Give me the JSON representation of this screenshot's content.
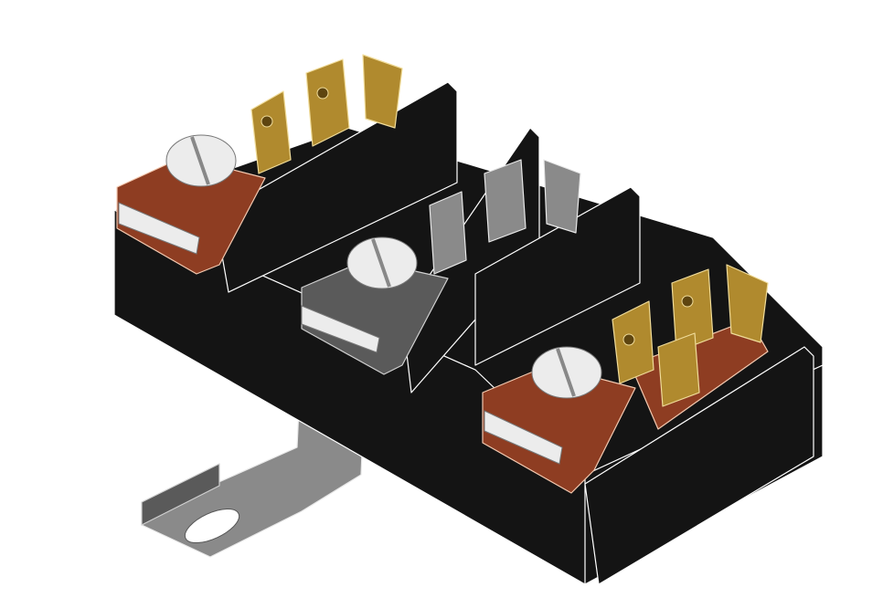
{
  "colors": {
    "housing": "#141414",
    "copper_clamp": "#8e3d22",
    "brass_tab": "#b08a2e",
    "steel_tab": "#8a8a8a",
    "bracket": "#8a8a8a",
    "screw": "#ececec"
  },
  "parts": {
    "terminals": [
      "copper",
      "steel",
      "copper"
    ],
    "mounting_bracket": true
  }
}
